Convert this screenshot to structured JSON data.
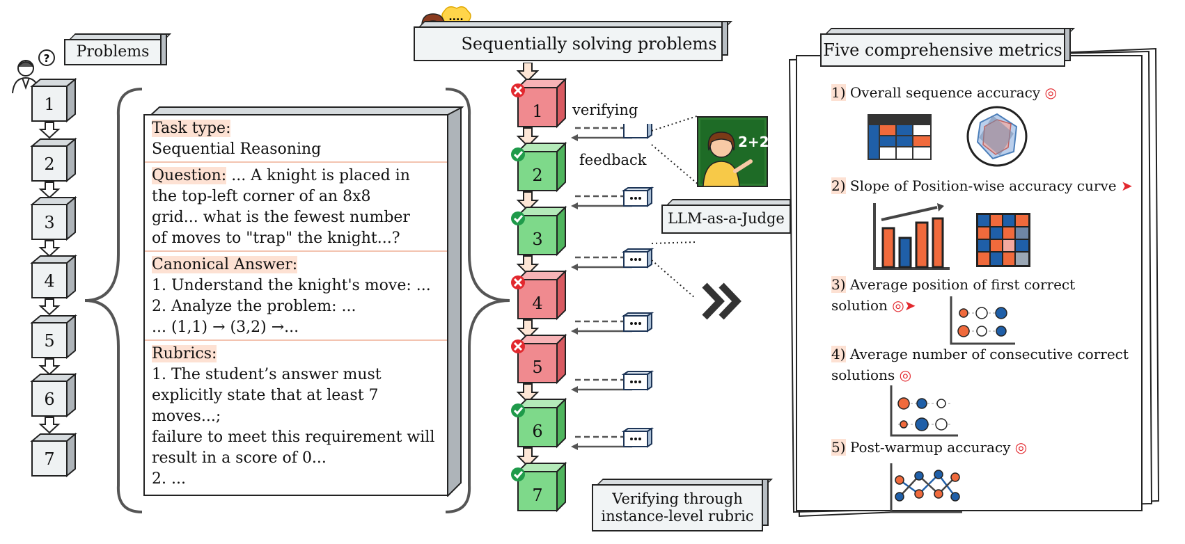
{
  "problems_panel": {
    "title": "Problems",
    "numbers": [
      "1",
      "2",
      "3",
      "4",
      "5",
      "6",
      "7"
    ]
  },
  "card": {
    "task_type_label": "Task type:",
    "task_type_value": "Sequential Reasoning",
    "question_label": "Question:",
    "question_text": [
      " ... A knight is placed in",
      "the top-left corner of an 8x8",
      "grid... what is the fewest number",
      "of moves to \"trap\" the knight...?"
    ],
    "answer_label": "Canonical Answer:",
    "answer_lines": [
      "1. Understand the knight's move: ...",
      "2. Analyze the problem: ...",
      "... (1,1) → (3,2) →..."
    ],
    "rubrics_label": "Rubrics:",
    "rubrics_lines": [
      "1. The student’s answer must",
      "explicitly state that at least 7 moves...;",
      "failure to meet this requirement will",
      "result in a score of 0...",
      "2. ..."
    ]
  },
  "solving": {
    "title": "Sequentially solving problems",
    "steps": [
      {
        "n": "1",
        "status": "wrong"
      },
      {
        "n": "2",
        "status": "correct"
      },
      {
        "n": "3",
        "status": "correct"
      },
      {
        "n": "4",
        "status": "wrong"
      },
      {
        "n": "5",
        "status": "wrong"
      },
      {
        "n": "6",
        "status": "correct"
      },
      {
        "n": "7",
        "status": "correct"
      }
    ],
    "verifying_label": "verifying",
    "feedback_label": "feedback",
    "judge_label": "LLM-as-a-Judge",
    "board_text": "2+2",
    "rubric_label_line1": "Verifying through",
    "rubric_label_line2": "instance-level rubric"
  },
  "metrics": {
    "title": "Five comprehensive metrics",
    "items": [
      {
        "num": "1)",
        "text": "Overall sequence accuracy"
      },
      {
        "num": "2)",
        "text": "Slope of Position-wise accuracy curve"
      },
      {
        "num": "3)",
        "text": "Average position of first correct",
        "text2": "solution"
      },
      {
        "num": "4)",
        "text": "Average number of consecutive correct",
        "text2": "solutions"
      },
      {
        "num": "5)",
        "text": "Post-warmup accuracy"
      }
    ]
  },
  "colors": {
    "wrong": "#f08a8f",
    "correct": "#7ed98a",
    "accent_orange": "#f06a3c",
    "accent_blue": "#1f5fa8",
    "highlight": "#fde1d3"
  }
}
